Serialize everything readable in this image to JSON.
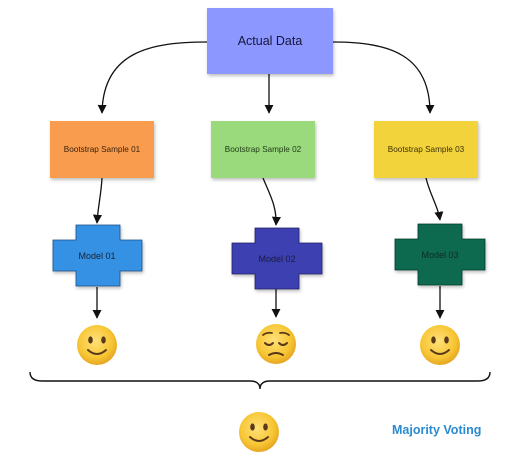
{
  "root": {
    "label": "Actual Data",
    "color": "#8c97ff"
  },
  "samples": [
    {
      "label": "Bootstrap Sample 01",
      "color": "#f99c4e"
    },
    {
      "label": "Bootstrap Sample 02",
      "color": "#9ad97b"
    },
    {
      "label": "Bootstrap Sample 03",
      "color": "#f2d33a"
    }
  ],
  "models": [
    {
      "label": "Model 01",
      "color": "#3491e4",
      "label_color": "#1a2330"
    },
    {
      "label": "Model 02",
      "color": "#3c3fb0",
      "label_color": "#1a1a40"
    },
    {
      "label": "Model 03",
      "color": "#0b6b4f",
      "label_color": "#0c2a20"
    }
  ],
  "outcomes": [
    {
      "icon": "slightly-smiling-face-icon"
    },
    {
      "icon": "pensive-face-icon"
    },
    {
      "icon": "slightly-smiling-face-icon"
    }
  ],
  "final": {
    "icon": "slightly-smiling-face-icon"
  },
  "caption": "Majority Voting",
  "colors": {
    "edge": "#111111",
    "emoji_face": "#f7c634",
    "emoji_shade": "#e6a622",
    "emoji_feature": "#5b3a1a",
    "caption": "#2a8bd0"
  }
}
